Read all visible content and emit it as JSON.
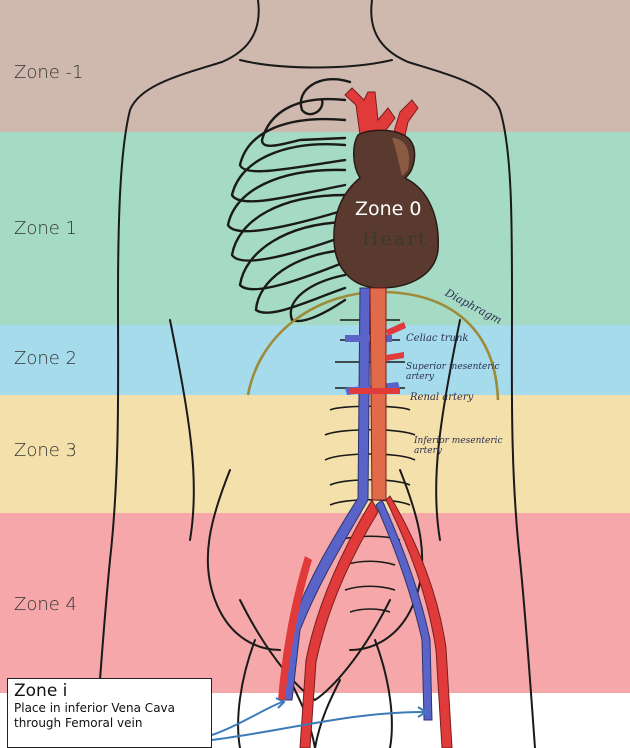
{
  "zones": [
    {
      "label": "Zone -1",
      "color": "#cfb8ad"
    },
    {
      "label": "Zone 1",
      "color": "#a5dbc5"
    },
    {
      "label": "Zone 2",
      "color": "#a6dbeb"
    },
    {
      "label": "Zone 3",
      "color": "#f4e0ab"
    },
    {
      "label": "Zone 4",
      "color": "#f5a7a9"
    }
  ],
  "heart": {
    "zone_label": "Zone 0",
    "label": "Heart"
  },
  "annotations": {
    "diaphragm": "Diaphragm",
    "celiac": "Celiac trunk",
    "superior_mesenteric": "Superior mesenteric artery",
    "renal": "Renal artery",
    "inferior_mesenteric": "Inferior mesenteric artery"
  },
  "callout": {
    "title": "Zone i",
    "line1": "Place in inferior Vena Cava",
    "line2": "through Femoral vein"
  },
  "colors": {
    "artery": "#e03a3a",
    "vein": "#5a63c8",
    "heart": "#5a3a2e",
    "diaphragm": "#9e8b3a",
    "outline": "#1a1a1a"
  }
}
